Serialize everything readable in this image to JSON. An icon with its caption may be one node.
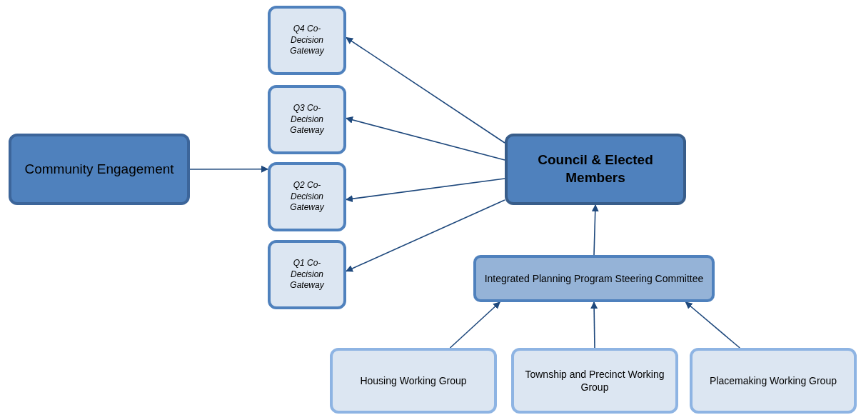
{
  "diagram": {
    "nodes": [
      {
        "text": [
          "Community Engagement"
        ]
      },
      {
        "text": [
          "Q4 Co-Decision Gateway"
        ]
      },
      {
        "text": [
          "Q3 Co-Decision Gateway"
        ]
      },
      {
        "text": [
          "Q2 Co-Decision Gateway"
        ]
      },
      {
        "text": [
          "Q1 Co-Decision Gateway"
        ]
      },
      {
        "text": [
          "Council & Elected Members"
        ]
      },
      {
        "text": [
          "Integrated Planning Program Steering Committee"
        ]
      },
      {
        "text": [
          "Housing Working Group"
        ]
      },
      {
        "text": [
          "Township and Precinct Working Group"
        ]
      },
      {
        "text": [
          "Placemaking Working Group"
        ]
      }
    ],
    "edges": [
      {
        "from": 0,
        "to": 3,
        "arrow": "to"
      },
      {
        "from": 5,
        "to": 1,
        "arrow": "to"
      },
      {
        "from": 5,
        "to": 2,
        "arrow": "to"
      },
      {
        "from": 5,
        "to": 3,
        "arrow": "to"
      },
      {
        "from": 5,
        "to": 4,
        "arrow": "to"
      },
      {
        "from": 6,
        "to": 5,
        "arrow": "to"
      },
      {
        "from": 7,
        "to": 6,
        "arrow": "to"
      },
      {
        "from": 8,
        "to": 6,
        "arrow": "to"
      },
      {
        "from": 9,
        "to": 6,
        "arrow": "to"
      }
    ]
  }
}
